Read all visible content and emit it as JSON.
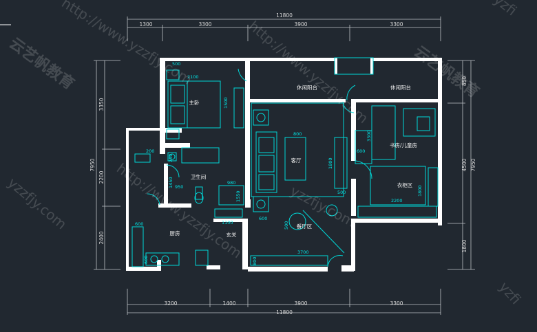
{
  "top_dims": {
    "total": "11800",
    "segments": [
      "1300",
      "3300",
      "3900",
      "3300"
    ]
  },
  "bottom_dims": {
    "total": "11800",
    "segments": [
      "3200",
      "1400",
      "3900",
      "3300"
    ]
  },
  "left_dims": {
    "total": "7950",
    "segments": [
      "3350",
      "2200",
      "2400"
    ]
  },
  "right_dims": {
    "total": "7950",
    "segments": [
      "850",
      "4500",
      "1800"
    ]
  },
  "rooms": {
    "master_bedroom": "主卧",
    "bathroom": "卫生间",
    "kitchen": "厨房",
    "entrance": "玄关",
    "living_room": "客厅",
    "dining_area": "餐厅区",
    "leisure_balcony": "休闲阳台",
    "living_balcony": "休闲阳台",
    "multi_room": "书房/儿童房",
    "wardrobe": "衣柜区"
  },
  "furniture_dims": {
    "d500": "500",
    "d2100": "2100",
    "d1500": "1500",
    "d800": "800",
    "d1800": "1800",
    "d500b": "500",
    "d250": "250",
    "d200": "200",
    "d1450": "1450",
    "d950": "950",
    "d980": "980",
    "d1550": "1550",
    "d1100": "1100",
    "d600a": "600",
    "d600b": "600",
    "d600c": "600",
    "d500c": "500",
    "d3700": "3700",
    "d800b": "800",
    "d2200": "2200",
    "d3300": "3300",
    "d1800b": "1800",
    "d600d": "600"
  },
  "watermarks": {
    "url": "http://www.yzzfjy.com",
    "url_short": "yzzfjy.com",
    "brand": "云艺帆教育",
    "right": "yzfi"
  }
}
